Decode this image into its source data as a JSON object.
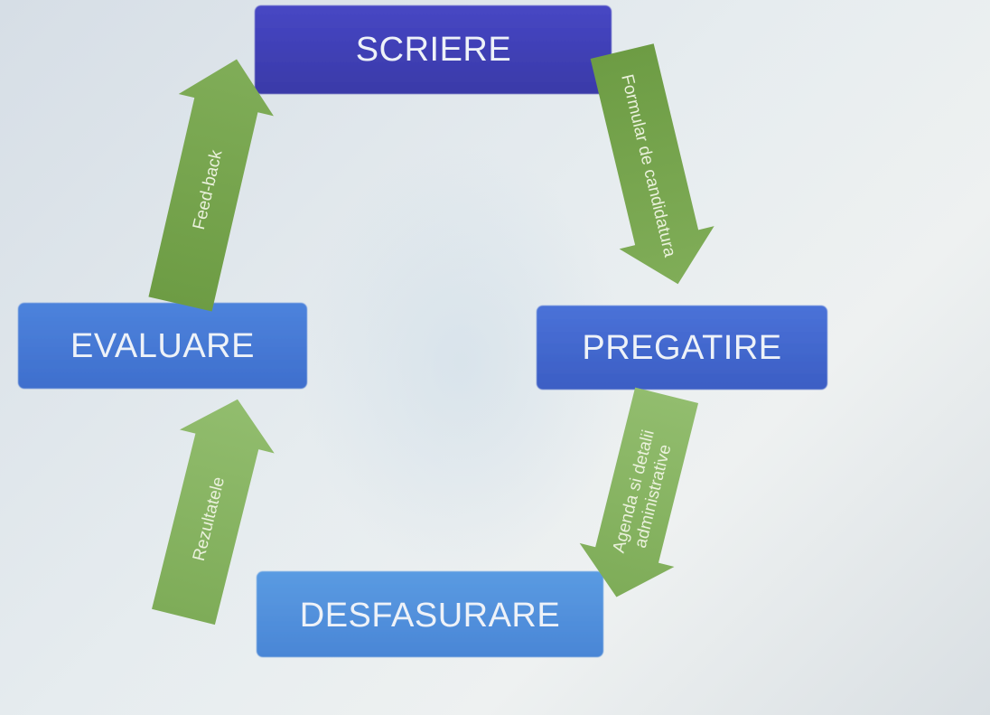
{
  "stages": {
    "top": {
      "label": "SCRIERE"
    },
    "right": {
      "label": "PREGATIRE"
    },
    "bottom": {
      "label": "DESFASURARE"
    },
    "left": {
      "label": "EVALUARE"
    }
  },
  "arrows": {
    "top_right": {
      "lines": [
        "Formular de candidatura"
      ]
    },
    "right_bottom": {
      "lines": [
        "Agenda si detalii",
        "administrative"
      ]
    },
    "bottom_left": {
      "lines": [
        "Rezultatele"
      ]
    },
    "left_top": {
      "lines": [
        "Feed-back"
      ]
    }
  },
  "colors": {
    "stage_dark": "#3f3fb8",
    "stage_mid": "#3f6fd0",
    "stage_light": "#4f90df",
    "arrow_green": "#6f9f46",
    "arrow_green_light": "#8ab663",
    "label_text": "#eef2f8"
  }
}
